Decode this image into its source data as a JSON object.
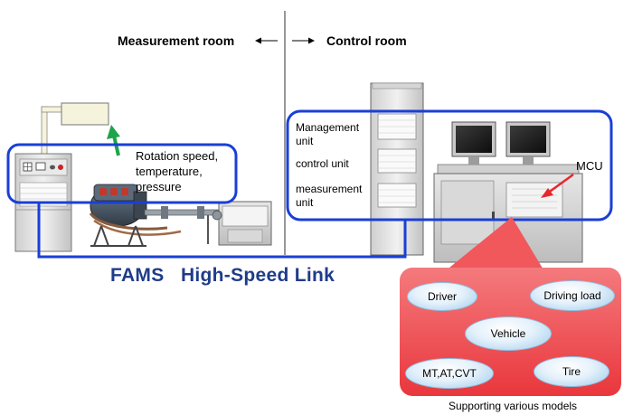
{
  "rooms": {
    "measurement": "Measurement room",
    "control": "Control room"
  },
  "engine_monitor": {
    "label_line1": "Rotation speed,",
    "label_line2": "temperature,",
    "label_line3": "pressure"
  },
  "rack": {
    "management_line1": "Management",
    "management_line2": "unit",
    "control": "control unit",
    "measurement_line1": "measurement",
    "measurement_line2": "unit"
  },
  "mcu_label": "MCU",
  "link_label": "FAMS   High-Speed Link",
  "models": {
    "driver": "Driver",
    "driving_load": "Driving load",
    "vehicle": "Vehicle",
    "transmission": "MT,AT,CVT",
    "tire": "Tire",
    "caption": "Supporting various models"
  },
  "colors": {
    "link_blue": "#1a3fd6",
    "link_text": "#1f3c8a",
    "models_panel": "#f0585c",
    "arrow_green": "#1ea34a",
    "arrow_red": "#e8272d"
  }
}
